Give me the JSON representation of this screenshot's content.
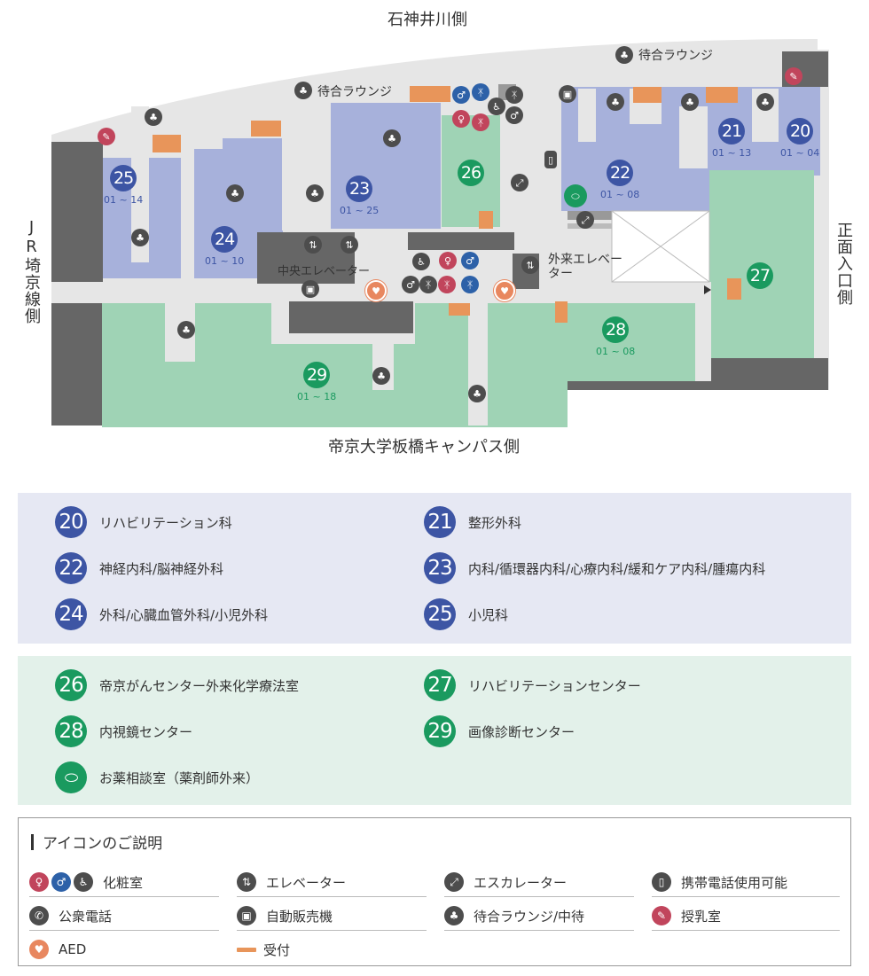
{
  "map": {
    "north_label": "石神井川側",
    "south_label": "帝京大学板橋キャンパス側",
    "west_label": "JR埼京線側",
    "east_label": "正面入口側",
    "lounge_top_right": "待合ラウンジ",
    "lounge_top_center": "待合ラウンジ",
    "central_elevator": "中央エレベーター",
    "outpatient_elevator": "外来エレベーター",
    "departments": [
      {
        "num": "20",
        "range": "01 ~ 04"
      },
      {
        "num": "21",
        "range": "01 ~ 13"
      },
      {
        "num": "22",
        "range": "01 ~ 08"
      },
      {
        "num": "23",
        "range": "01 ~ 25"
      },
      {
        "num": "24",
        "range": "01 ~ 10"
      },
      {
        "num": "25",
        "range": "01 ~ 14"
      },
      {
        "num": "26",
        "range": ""
      },
      {
        "num": "27",
        "range": ""
      },
      {
        "num": "28",
        "range": "01 ~ 08"
      },
      {
        "num": "29",
        "range": "01 ~ 18"
      }
    ]
  },
  "legend_blue": [
    {
      "num": "20",
      "label": "リハビリテーション科"
    },
    {
      "num": "21",
      "label": "整形外科"
    },
    {
      "num": "22",
      "label": "神経内科/脳神経外科"
    },
    {
      "num": "23",
      "label": "内科/循環器内科/心療内科/緩和ケア内科/腫瘍内科"
    },
    {
      "num": "24",
      "label": "外科/心臓血管外科/小児外科"
    },
    {
      "num": "25",
      "label": "小児科"
    }
  ],
  "legend_green": [
    {
      "num": "26",
      "label": "帝京がんセンター外来化学療法室"
    },
    {
      "num": "27",
      "label": "リハビリテーションセンター"
    },
    {
      "num": "28",
      "label": "内視鏡センター"
    },
    {
      "num": "29",
      "label": "画像診断センター"
    },
    {
      "num": "",
      "label": "お薬相談室（薬剤師外来）"
    }
  ],
  "icon_key": {
    "title": "アイコンのご説明",
    "items": [
      {
        "icon": "restroom-icons",
        "label": "化粧室"
      },
      {
        "icon": "elevator-icon",
        "label": "エレベーター"
      },
      {
        "icon": "escalator-icon",
        "label": "エスカレーター"
      },
      {
        "icon": "mobile-phone-icon",
        "label": "携帯電話使用可能"
      },
      {
        "icon": "public-phone-icon",
        "label": "公衆電話"
      },
      {
        "icon": "vending-machine-icon",
        "label": "自動販売機"
      },
      {
        "icon": "waiting-lounge-icon",
        "label": "待合ラウンジ/中待"
      },
      {
        "icon": "nursing-room-icon",
        "label": "授乳室"
      },
      {
        "icon": "aed-icon",
        "label": "AED"
      },
      {
        "icon": "reception-icon",
        "label": "受付"
      }
    ]
  },
  "colors": {
    "blue_area": "#a7b1db",
    "green_area": "#9fd3b5",
    "gray_corridor": "#e6e6e6",
    "dark_gray": "#666666",
    "reception": "#e8955a",
    "dept_blue": "#3d55a4",
    "dept_green": "#1a9a5f"
  }
}
